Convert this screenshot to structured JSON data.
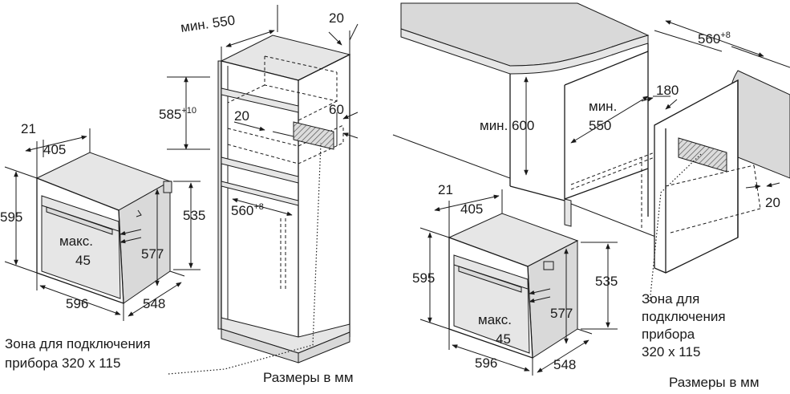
{
  "left": {
    "min_width_label": "мин. 550",
    "d20_top": "20",
    "h585": "585",
    "h585_sup": "+10",
    "d20_mid": "20",
    "d60": "60",
    "w560": "560",
    "w560_sup": "+8",
    "oven": {
      "d21": "21",
      "d405": "405",
      "h595": "595",
      "h535": "535",
      "max_label": "макс.",
      "max_value": "45",
      "h577": "577",
      "w596": "596",
      "d548": "548"
    },
    "zone_line1": "Зона для подключения",
    "zone_line2": "прибора 320 x 115",
    "units": "Размеры в мм"
  },
  "right": {
    "w560": "560",
    "w560_sup": "+8",
    "min_label": "мин.",
    "min_value": "550",
    "d180": "180",
    "h600": "мин. 600",
    "d20": "20",
    "oven": {
      "d21": "21",
      "d405": "405",
      "h595": "595",
      "h535": "535",
      "max_label": "макс.",
      "max_value": "45",
      "h577": "577",
      "w596": "596",
      "d548": "548"
    },
    "zone_line1": "Зона для",
    "zone_line2": "подключения",
    "zone_line3": "прибора",
    "zone_line4": "320 x 115",
    "units": "Размеры в мм"
  }
}
